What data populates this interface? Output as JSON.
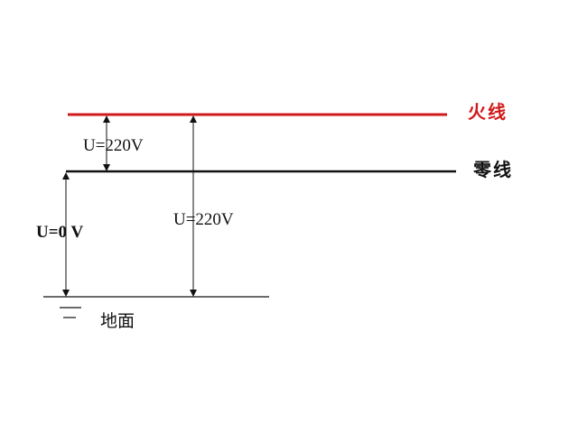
{
  "wires": {
    "live": {
      "label": "火线",
      "color": "#d11a1a"
    },
    "neutral": {
      "label": "零线",
      "color": "#111111"
    }
  },
  "ground": {
    "label": "地面"
  },
  "voltages": {
    "live_to_neutral": "U=220V",
    "live_to_ground": "U=220V",
    "neutral_to_ground": "U=0 V"
  }
}
